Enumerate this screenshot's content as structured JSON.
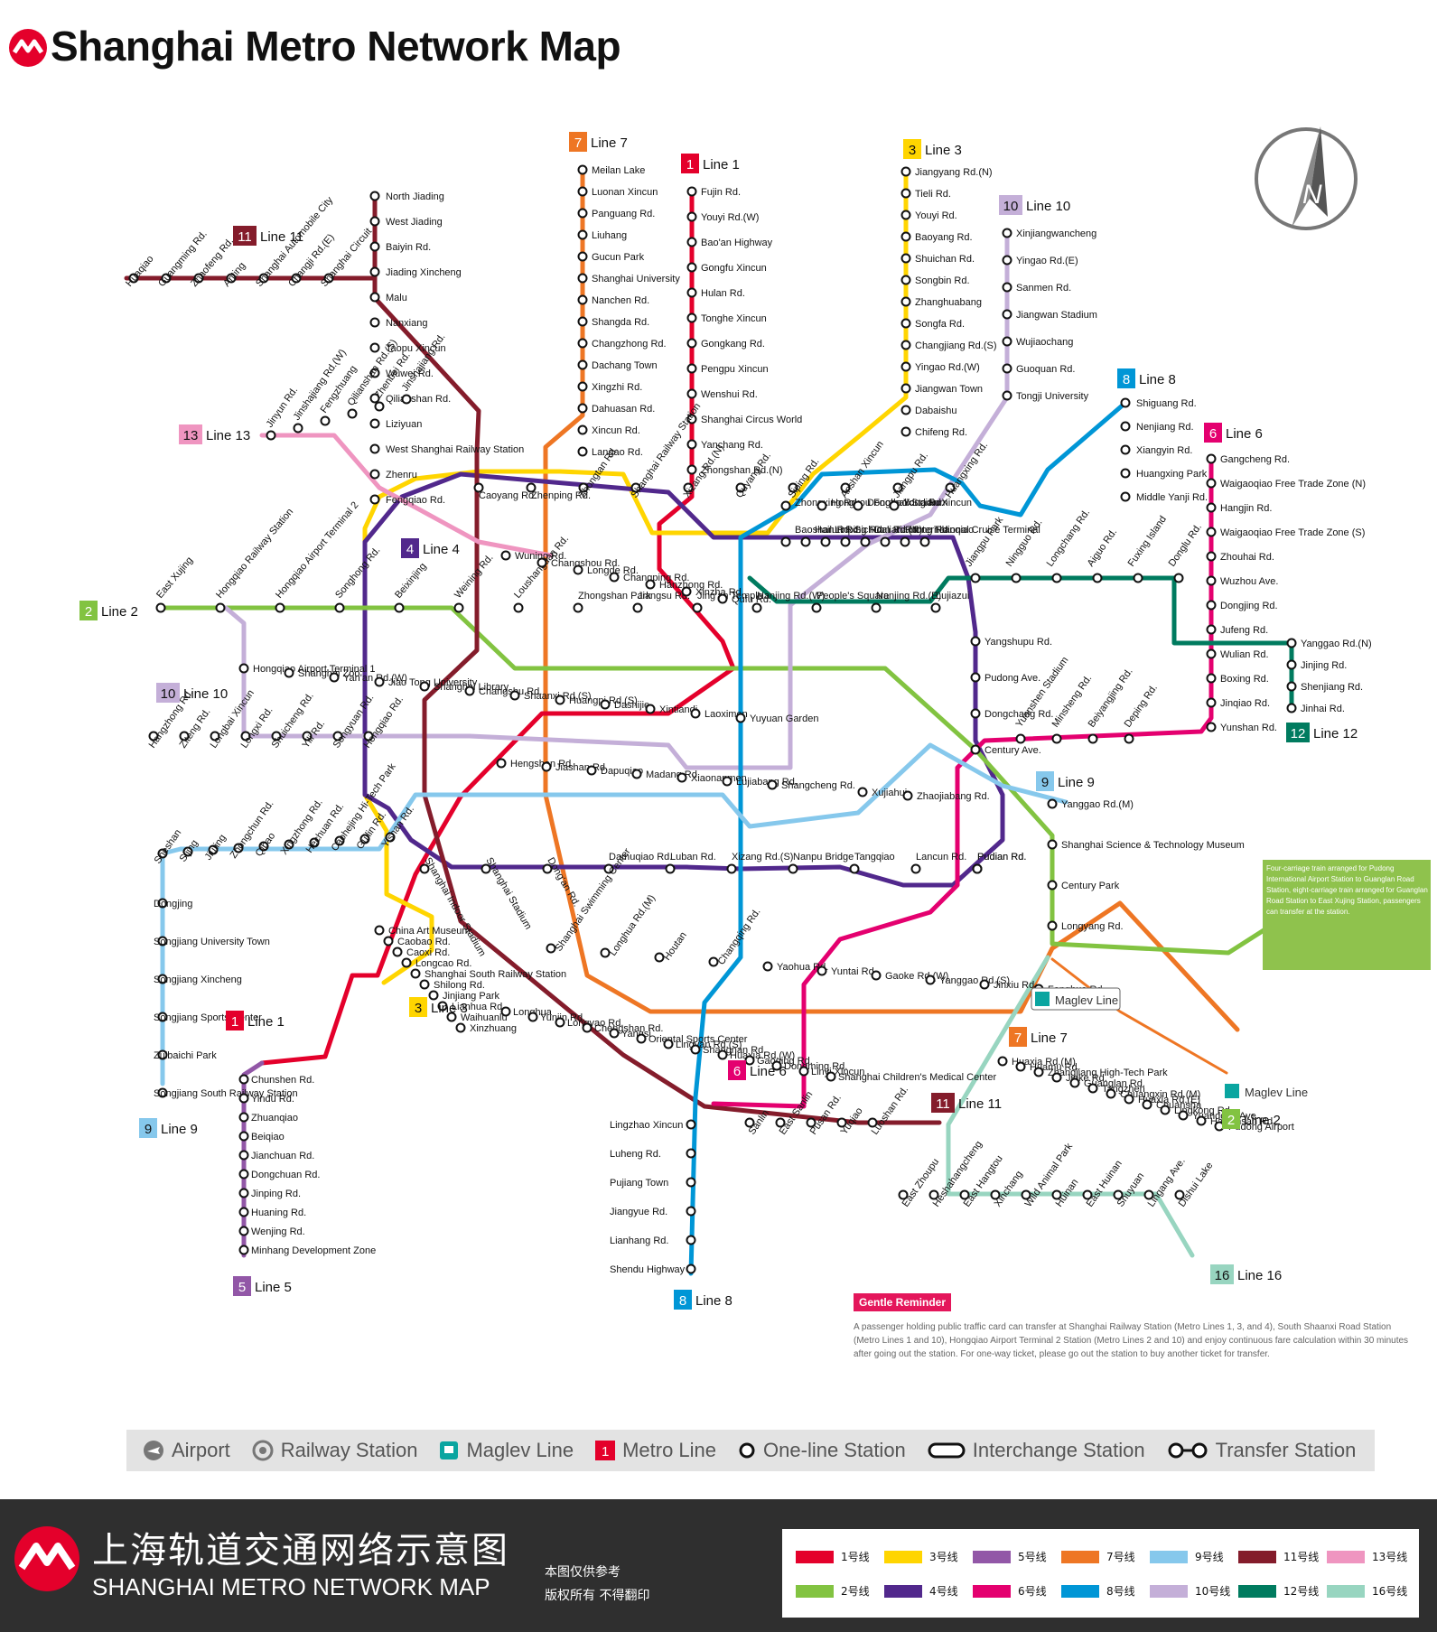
{
  "header": {
    "title": "Shanghai Metro Network Map"
  },
  "colors": {
    "1": "#e4002b",
    "2": "#82c341",
    "3": "#ffd500",
    "4": "#51288c",
    "5": "#9257a7",
    "6": "#e4006f",
    "7": "#ee7624",
    "8": "#0096d6",
    "9": "#86c8ec",
    "10": "#c4afd8",
    "11": "#841c2b",
    "12": "#007b5f",
    "13": "#ef95c0",
    "16": "#98d5c0"
  },
  "line_labels": [
    {
      "num": "7",
      "text": "Line 7"
    },
    {
      "num": "1",
      "text": "Line 1"
    },
    {
      "num": "3",
      "text": "Line 3"
    },
    {
      "num": "10",
      "text": "Line 10"
    },
    {
      "num": "11",
      "text": "Line 11"
    },
    {
      "num": "8",
      "text": "Line 8"
    },
    {
      "num": "6",
      "text": "Line 6"
    },
    {
      "num": "13",
      "text": "Line 13"
    },
    {
      "num": "4",
      "text": "Line 4"
    },
    {
      "num": "2",
      "text": "Line 2"
    },
    {
      "num": "10",
      "text": "Line 10"
    },
    {
      "num": "9",
      "text": "Line 9"
    },
    {
      "num": "12",
      "text": "Line 12"
    },
    {
      "num": "1",
      "text": "Line 1"
    },
    {
      "num": "3",
      "text": "Line 3"
    },
    {
      "num": "9",
      "text": "Line 9"
    },
    {
      "num": "5",
      "text": "Line 5"
    },
    {
      "num": "6",
      "text": "Line 6"
    },
    {
      "num": "7",
      "text": "Line 7"
    },
    {
      "num": "11",
      "text": "Line 11"
    },
    {
      "num": "2",
      "text": "Line 2"
    },
    {
      "num": "8",
      "text": "Line 8"
    },
    {
      "num": "16",
      "text": "Line 16"
    }
  ],
  "stations": [
    "Meilan Lake",
    "Luonan Xincun",
    "Panguang Rd.",
    "Liuhang",
    "Gucun Park",
    "Shanghai University",
    "Nanchen Rd.",
    "Shangda Rd.",
    "Changzhong Rd.",
    "Dachang Town",
    "Xingzhi Rd.",
    "Dahuasan Rd.",
    "Xincun Rd.",
    "Langao Rd.",
    "Fujin Rd.",
    "Youyi Rd.(W)",
    "Bao'an Highway",
    "Gongfu Xincun",
    "Hulan Rd.",
    "Tonghe Xincun",
    "Gongkang Rd.",
    "Pengpu Xincun",
    "Wenshui Rd.",
    "Shanghai Circus World",
    "Yanchang Rd.",
    "Zhongshan Rd.(N)",
    "Jiangyang Rd.(N)",
    "Tieli Rd.",
    "Youyi Rd.",
    "Baoyang Rd.",
    "Shuichan Rd.",
    "Songbin Rd.",
    "Zhanghuabang",
    "Songfa Rd.",
    "Changjiang Rd.(S)",
    "Yingao Rd.(W)",
    "Jiangwan Town",
    "Dabaishu",
    "Chifeng Rd.",
    "Xinjiangwancheng",
    "Yingao Rd.(E)",
    "Sanmen Rd.",
    "Jiangwan Stadium",
    "Wujiaochang",
    "Guoquan Rd.",
    "Tongji University",
    "North Jiading",
    "West Jiading",
    "Baiyin Rd.",
    "Jiading Xincheng",
    "Malu",
    "Nanxiang",
    "Taopu Xincun",
    "Wuwei Rd.",
    "Qilianshan Rd.",
    "Liziyuan",
    "West Shanghai Railway Station",
    "Zhenru",
    "Fengqiao Rd.",
    "Huaqiao",
    "Guangming Rd.",
    "Zhaofeng Rd.",
    "Anting",
    "Shanghai Automobile City",
    "Changji Rd.(E)",
    "Shanghai Circuit",
    "Shiguang Rd.",
    "Nenjiang Rd.",
    "Xiangyin Rd.",
    "Huangxing Park",
    "Middle Yanji Rd.",
    "Gangcheng Rd.",
    "Waigaoqiao Free Trade Zone (N)",
    "Hangjin Rd.",
    "Waigaoqiao Free Trade Zone (S)",
    "Zhouhai Rd.",
    "Wuzhou Ave.",
    "Dongjing Rd.",
    "Jufeng Rd.",
    "Wulian Rd.",
    "Boxing Rd.",
    "Jinqiao Rd.",
    "Yunshan Rd.",
    "Jinyun Rd.",
    "Jinshajiang Rd.(W)",
    "Fengzhuang",
    "Qilianshan Rd.(S)",
    "Zhenbei Rd.",
    "Jinshajiang Rd.",
    "Caoyang Rd.",
    "Zhenping Rd.",
    "Zhongtan Rd.",
    "Shanghai Railway Station",
    "Xizang Rd.(N)",
    "Quyang Rd.",
    "Siping Rd.",
    "Anshan Xincun",
    "Jiangpu Rd.",
    "Huangxing Rd.",
    "Zhongxing Rd.",
    "Hongkou Football Stadium",
    "Dongbaoxing Rd.",
    "Youdian Xincun",
    "East Xujing",
    "Hongqiao Railway Station",
    "Hongqiao Airport Terminal 2",
    "Songhong Rd.",
    "Beixinjing",
    "Weining Rd.",
    "Loushanguan Rd.",
    "Zhongshan Park",
    "Jiangsu Rd.",
    "Jing'an Temple",
    "Nanjing Rd.(W)",
    "People's Square",
    "Nanjing Rd.(E)",
    "Lujiazui",
    "Wuning Rd.",
    "Changshou Rd.",
    "Longde Rd.",
    "Changping Rd.",
    "Hanzhong Rd.",
    "Xinzha Rd.",
    "Qufu Rd.",
    "Baoshan Rd.",
    "Hailun Rd.",
    "Linping Rd.",
    "Sichuan Rd.(N)",
    "Dalian Rd.",
    "Tiantong Rd.",
    "International Cruise Terminal",
    "Tilanqiao",
    "Jiangpu Park",
    "Ningguo Rd.",
    "Longchang Rd.",
    "Aiguo Rd.",
    "Fuxing Island",
    "Donglu Rd.",
    "Yangshupu Rd.",
    "Pudong Ave.",
    "Dongchang Rd.",
    "Century Ave.",
    "Yuanshen Stadium",
    "Minsheng Rd.",
    "Beiyangjing Rd.",
    "Deping Rd.",
    "Yanggao Rd.(N)",
    "Jinjing Rd.",
    "Shenjiang Rd.",
    "Jinhai Rd.",
    "Hongqiao Airport Terminal 1",
    "Shanghai Zoo",
    "Yan'an Rd.(W)",
    "Jiao Tong University",
    "Shanghai Library",
    "Changshu Rd.",
    "Shaanxi Rd.(S)",
    "Huangpi Rd.(S)",
    "Dashijie",
    "Xintiandi",
    "Laoximen",
    "Yuyuan Garden",
    "Hangzhong Rd.",
    "Ziteng Rd.",
    "Longbai Xincun",
    "Longxi Rd.",
    "Shuicheng Rd.",
    "Yili Rd.",
    "Songyuan Rd.",
    "Hongqiao Rd.",
    "Hengshan Rd.",
    "Jiashan Rd.",
    "Dapuqiao",
    "Madang Rd.",
    "Xiaonanmen",
    "Lujiabang Rd.",
    "Shangcheng Rd.",
    "Pudian Rd.",
    "Xujiahui",
    "Zhaojiabang Rd.",
    "Yanggao Rd.(M)",
    "Shanghai Science & Technology Museum",
    "Century Park",
    "Longyang Rd.",
    "Sheshan",
    "Sijing",
    "Jiuting",
    "Zhongchun Rd.",
    "Qibao",
    "Xingzhong Rd.",
    "Hechuan Rd.",
    "Caohejing Hi-Tech Park",
    "Guilin Rd.",
    "Yishan Rd.",
    "Dongjing",
    "Songjiang University Town",
    "Songjiang Xincheng",
    "Songjiang Sports Center",
    "Zuibaichi Park",
    "Songjiang South Railway Station",
    "Shanghai Indoor Stadium",
    "Shanghai Stadium",
    "Dong'an Rd.",
    "Damuqiao Rd.",
    "Luban Rd.",
    "Xizang Rd.(S)",
    "Nanpu Bridge",
    "Tangqiao",
    "Lancun Rd.",
    "Pudian Rd.",
    "Shanghai Swimming Center",
    "Longhua Rd.(M)",
    "Houtan",
    "Changqing Rd.",
    "Yaohua Rd.",
    "Yuntai Rd.",
    "Gaoke Rd.(W)",
    "Yanggao Rd.(S)",
    "Jinxiu Rd.",
    "Fanghua Rd.",
    "China Art Museum",
    "Caobao Rd.",
    "Caoxi Rd.",
    "Longcao Rd.",
    "Shanghai South Railway Station",
    "Shilong Rd.",
    "Jinjiang Park",
    "Lianhua Rd.",
    "Waihuanlu",
    "Xinzhuang",
    "Chunshen Rd.",
    "Yindu Rd.",
    "Zhuanqiao",
    "Beiqiao",
    "Jianchuan Rd.",
    "Dongchuan Rd.",
    "Jinping Rd.",
    "Huaning Rd.",
    "Wenjing Rd.",
    "Minhang Development Zone",
    "Longhua",
    "Yunjin Rd.",
    "Longyao Rd.",
    "Chengshan Rd.",
    "Yangsi",
    "Oriental Sports Center",
    "Lingyan Rd.(S)",
    "Shangnan Rd.",
    "Huaxia Rd.(W)",
    "Gaoqing Rd.",
    "Dongming Rd.",
    "Linyi Xincun",
    "Shanghai Children's Medical Center",
    "Lingzhao Xincun",
    "Luheng Rd.",
    "Pujiang Town",
    "Jiangyue Rd.",
    "Lianhang Rd.",
    "Shendu Highway",
    "Sanlin",
    "East Sanlin",
    "Pusan Rd.",
    "Yuqiao",
    "Luoshan Rd.",
    "East Zhoupu",
    "Heshahangcheng",
    "East Hangtou",
    "Xinchang",
    "Wild Animal Park",
    "Huinan",
    "East Huinan",
    "Shuyuan",
    "Lingang Ave.",
    "Dishui Lake",
    "Huaxia Rd.(M)",
    "Huamu Rd.",
    "Zhangjiang High-Tech Park",
    "Jinke Rd.",
    "Guanglan Rd.",
    "Tangzhen",
    "Chuangxin Rd.(M)",
    "Huaxia Rd.(E)",
    "Chuansha",
    "Lingkong Rd.",
    "Yuandong Ave.",
    "Haitiansan Rd.",
    "Pudong Airport"
  ],
  "maglev": {
    "label1": "Maglev Line",
    "label2": "Maglev Line"
  },
  "note_box": "Four-carriage train arranged for Pudong International Airport Station to Guanglan Road Station, eight-carriage train arranged for Guanglan Road Station to East Xujing Station, passengers can transfer at the station.",
  "reminder": {
    "tag": "Gentle Reminder",
    "text": "A passenger holding public traffic card can transfer at Shanghai Railway Station (Metro Lines 1, 3, and 4), South Shaanxi Road Station (Metro Lines 1 and 10), Hongqiao Airport Terminal 2 Station (Metro Lines 2 and 10) and enjoy continuous fare calculation within 30 minutes after going out the station. For one-way ticket, please go out the station to buy another ticket for transfer."
  },
  "compass": {
    "letter": "N"
  },
  "legend": [
    {
      "icon": "airport-icon",
      "label": "Airport"
    },
    {
      "icon": "railway-station-icon",
      "label": "Railway Station"
    },
    {
      "icon": "maglev-icon",
      "label": "Maglev Line"
    },
    {
      "icon": "metro-line-icon",
      "label": "Metro Line",
      "num": "1"
    },
    {
      "icon": "one-line-station-icon",
      "label": "One-line Station"
    },
    {
      "icon": "interchange-station-icon",
      "label": "Interchange Station"
    },
    {
      "icon": "transfer-station-icon",
      "label": "Transfer Station"
    }
  ],
  "footer": {
    "cn_title": "上海轨道交通网络示意图",
    "en_title": "SHANGHAI METRO NETWORK MAP",
    "note1": "本图仅供参考",
    "note2": "版权所有 不得翻印",
    "lines": [
      {
        "label": "1号线",
        "color": "#e4002b"
      },
      {
        "label": "3号线",
        "color": "#ffd500"
      },
      {
        "label": "5号线",
        "color": "#9257a7"
      },
      {
        "label": "7号线",
        "color": "#ee7624"
      },
      {
        "label": "9号线",
        "color": "#86c8ec"
      },
      {
        "label": "11号线",
        "color": "#841c2b"
      },
      {
        "label": "13号线",
        "color": "#ef95c0"
      },
      {
        "label": "2号线",
        "color": "#82c341"
      },
      {
        "label": "4号线",
        "color": "#51288c"
      },
      {
        "label": "6号线",
        "color": "#e4006f"
      },
      {
        "label": "8号线",
        "color": "#0096d6"
      },
      {
        "label": "10号线",
        "color": "#c4afd8"
      },
      {
        "label": "12号线",
        "color": "#007b5f"
      },
      {
        "label": "16号线",
        "color": "#98d5c0"
      }
    ]
  }
}
